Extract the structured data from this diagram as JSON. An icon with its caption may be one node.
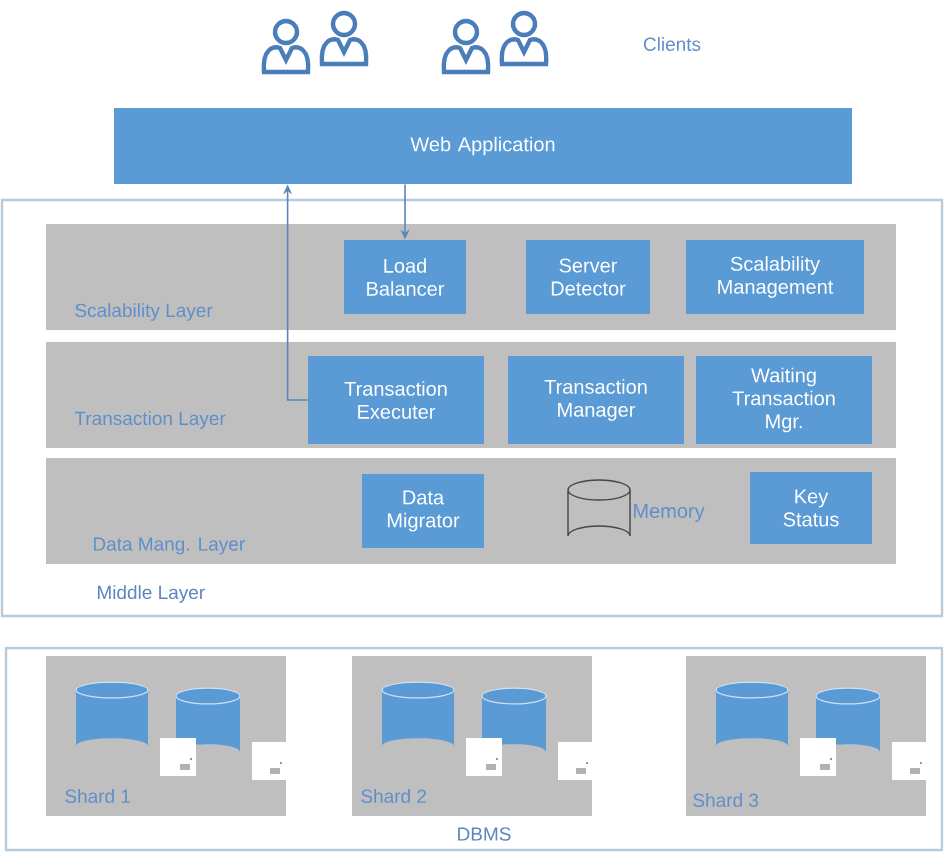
{
  "diagram": {
    "nodes": [
      {
        "text": [
          "Web Application"
        ]
      },
      {
        "text": [
          "Middle Layer"
        ]
      },
      {
        "text": [
          "Scalability Layer"
        ],
        "in": 1
      },
      {
        "text": [
          "Load Balancer"
        ],
        "in": 2
      },
      {
        "text": [
          "Server Detector"
        ],
        "in": 2
      },
      {
        "text": [
          "Scalability Management"
        ],
        "in": 2
      },
      {
        "text": [
          "Transaction Layer"
        ],
        "in": 1
      },
      {
        "text": [
          "Transaction Executer"
        ],
        "in": 6
      },
      {
        "text": [
          "Transaction Manager"
        ],
        "in": 6
      },
      {
        "text": [
          "Waiting Transaction Mgr."
        ],
        "in": 6
      },
      {
        "text": [
          "Data Mang. Layer"
        ],
        "in": 1
      },
      {
        "text": [
          "Data Migrator"
        ],
        "in": 10
      },
      {
        "text": [],
        "shape": "cylinder",
        "beside": [
          "Memory"
        ],
        "in": 10
      },
      {
        "text": [
          "Key Status"
        ],
        "in": 10
      },
      {
        "text": [
          "DBMS"
        ]
      },
      {
        "text": [
          "Shard 1"
        ],
        "in": 14
      },
      {
        "text": [
          "Shard 2"
        ],
        "in": 14
      },
      {
        "text": [
          "Shard 3"
        ],
        "in": 14
      }
    ],
    "edges": [
      {
        "from": 0,
        "to": 3,
        "arrow": "to"
      },
      {
        "from": 7,
        "to": 0,
        "arrow": "to"
      }
    ],
    "labels": [
      "Clients"
    ]
  }
}
